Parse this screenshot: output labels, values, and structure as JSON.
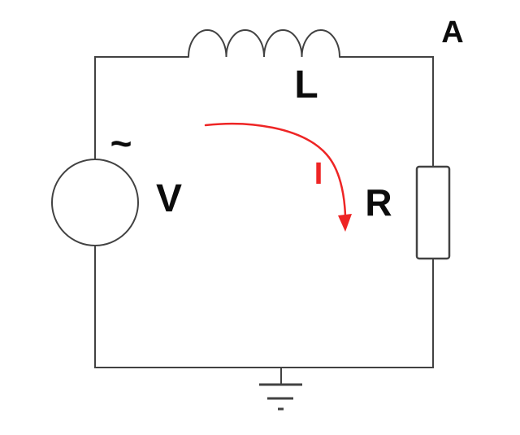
{
  "diagram": {
    "type": "series-circuit",
    "labels": {
      "node_a": "A",
      "inductor": "L",
      "source": "V",
      "source_ac_tilde": "~",
      "resistor": "R",
      "current": "I"
    }
  },
  "colors": {
    "wire": "#424242",
    "label": "#0c0c0c",
    "current_arrow": "#ee2525",
    "background": "#ffffff"
  }
}
